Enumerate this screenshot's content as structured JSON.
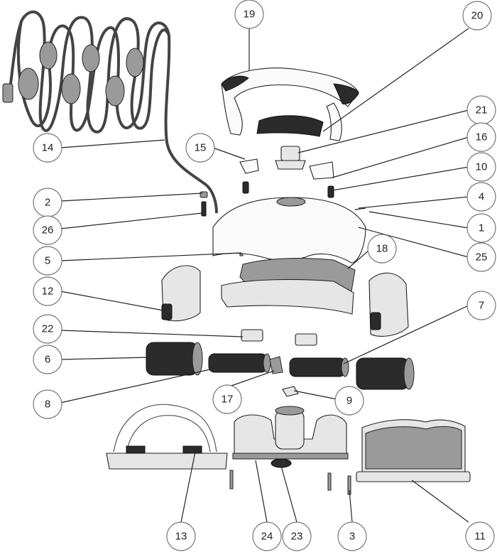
{
  "callouts": [
    {
      "num": "19"
    },
    {
      "num": "20"
    },
    {
      "num": "21"
    },
    {
      "num": "15"
    },
    {
      "num": "16"
    },
    {
      "num": "10"
    },
    {
      "num": "14"
    },
    {
      "num": "2"
    },
    {
      "num": "4"
    },
    {
      "num": "26"
    },
    {
      "num": "1"
    },
    {
      "num": "25"
    },
    {
      "num": "5"
    },
    {
      "num": "18"
    },
    {
      "num": "12"
    },
    {
      "num": "7"
    },
    {
      "num": "22"
    },
    {
      "num": "6"
    },
    {
      "num": "8"
    },
    {
      "num": "17"
    },
    {
      "num": "9"
    },
    {
      "num": "13"
    },
    {
      "num": "24"
    },
    {
      "num": "23"
    },
    {
      "num": "3"
    },
    {
      "num": "11"
    }
  ]
}
